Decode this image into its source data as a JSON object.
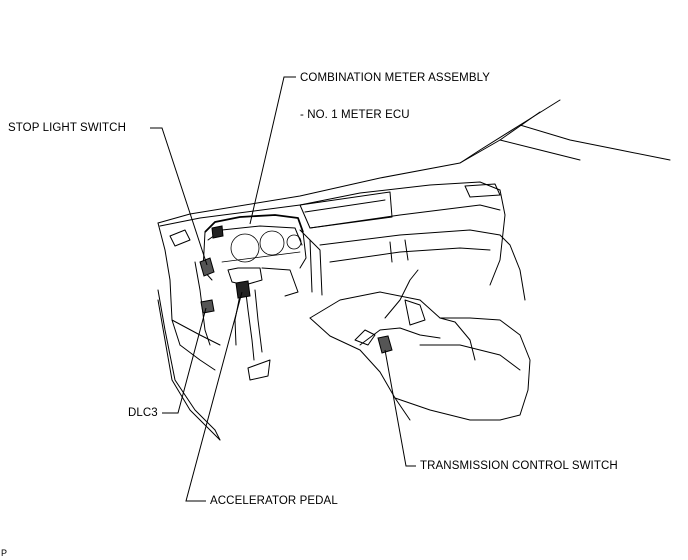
{
  "labels": {
    "combination_meter": "COMBINATION METER ASSEMBLY",
    "meter_ecu": "- NO. 1 METER ECU",
    "stop_light_switch": "STOP LIGHT SWITCH",
    "dlc3": "DLC3",
    "transmission_control_switch": "TRANSMISSION CONTROL SWITCH",
    "accelerator_pedal": "ACCELERATOR PEDAL",
    "figure_code": "P"
  }
}
